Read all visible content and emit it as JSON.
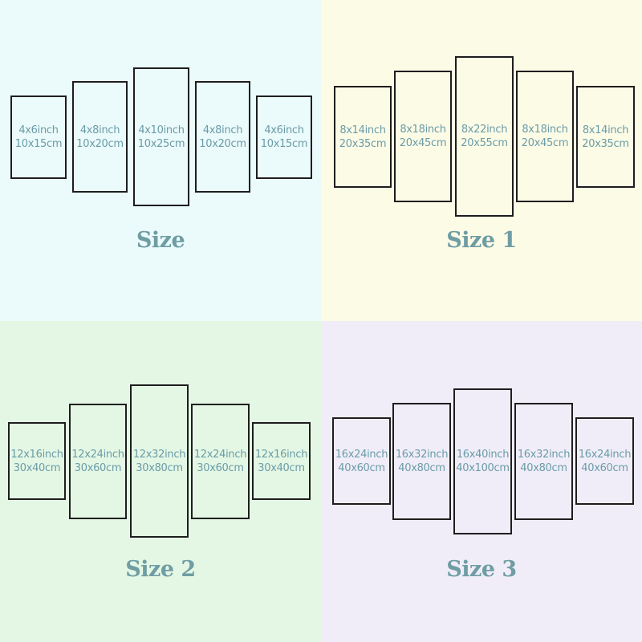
{
  "quadrants": [
    {
      "label": "Size",
      "background": "#ebfafa",
      "panels": [
        {
          "inch": "4x6inch",
          "cm": "10x15cm"
        },
        {
          "inch": "4x8inch",
          "cm": "10x20cm"
        },
        {
          "inch": "4x10inch",
          "cm": "10x25cm"
        },
        {
          "inch": "4x8inch",
          "cm": "10x20cm"
        },
        {
          "inch": "4x6inch",
          "cm": "10x15cm"
        }
      ]
    },
    {
      "label": "Size 1",
      "background": "#fcfbe6",
      "panels": [
        {
          "inch": "8x14inch",
          "cm": "20x35cm"
        },
        {
          "inch": "8x18inch",
          "cm": "20x45cm"
        },
        {
          "inch": "8x22inch",
          "cm": "20x55cm"
        },
        {
          "inch": "8x18inch",
          "cm": "20x45cm"
        },
        {
          "inch": "8x14inch",
          "cm": "20x35cm"
        }
      ]
    },
    {
      "label": "Size 2",
      "background": "#e4f7e4",
      "panels": [
        {
          "inch": "12x16inch",
          "cm": "30x40cm"
        },
        {
          "inch": "12x24inch",
          "cm": "30x60cm"
        },
        {
          "inch": "12x32inch",
          "cm": "30x80cm"
        },
        {
          "inch": "12x24inch",
          "cm": "30x60cm"
        },
        {
          "inch": "12x16inch",
          "cm": "30x40cm"
        }
      ]
    },
    {
      "label": "Size 3",
      "background": "#f0edf8",
      "panels": [
        {
          "inch": "16x24inch",
          "cm": "40x60cm"
        },
        {
          "inch": "16x32inch",
          "cm": "40x80cm"
        },
        {
          "inch": "16x40inch",
          "cm": "40x100cm"
        },
        {
          "inch": "16x32inch",
          "cm": "40x80cm"
        },
        {
          "inch": "16x24inch",
          "cm": "40x60cm"
        }
      ]
    }
  ]
}
